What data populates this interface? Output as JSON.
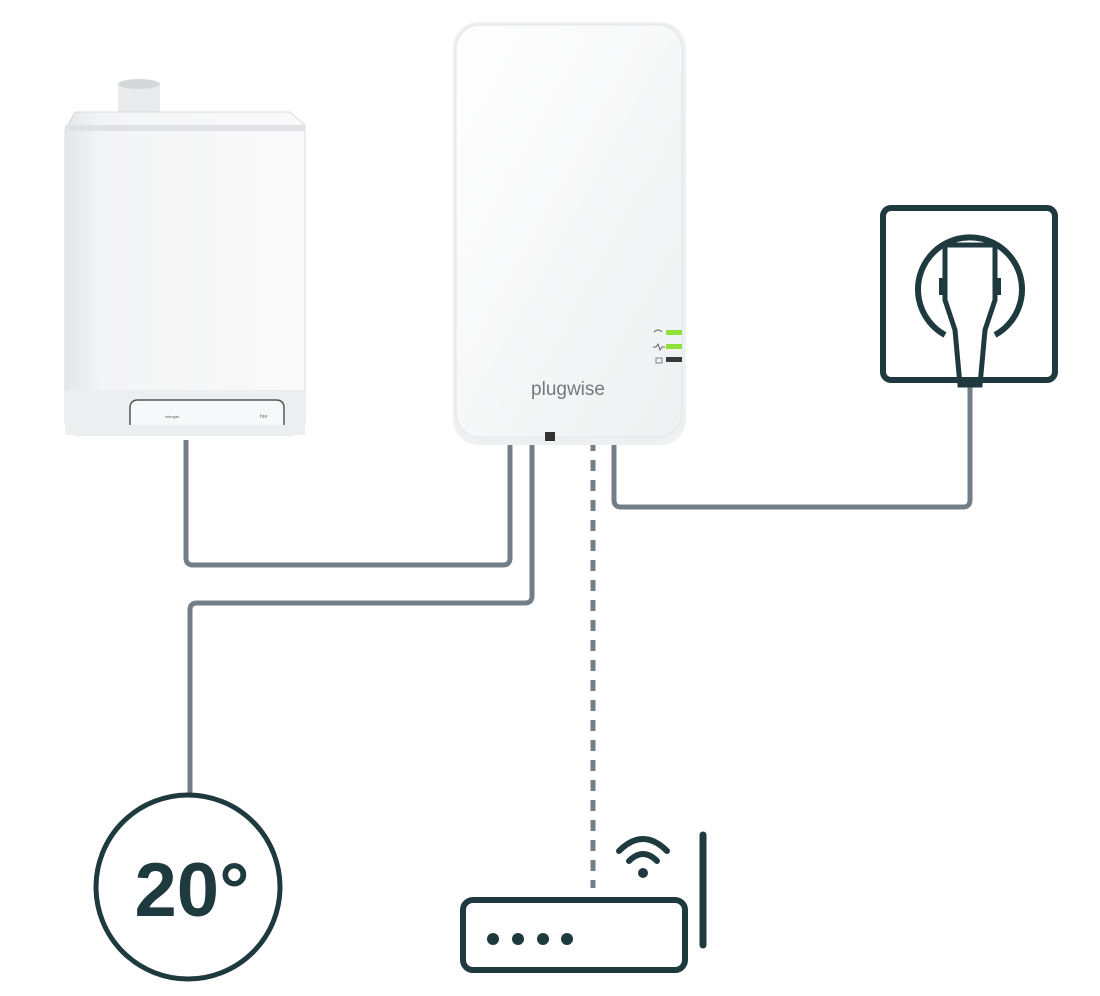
{
  "device": {
    "brand": "plugwise",
    "leds": [
      "wifi-icon",
      "activity-icon",
      "network-icon"
    ],
    "led_colors": [
      "#8fe03a",
      "#8fe03a",
      "#3a3a3a"
    ]
  },
  "boiler": {
    "label_left": "intergas",
    "label_right": "hre"
  },
  "thermostat": {
    "temperature": "20°"
  },
  "colors": {
    "line": "#737f88",
    "icon": "#1f3a3f"
  }
}
